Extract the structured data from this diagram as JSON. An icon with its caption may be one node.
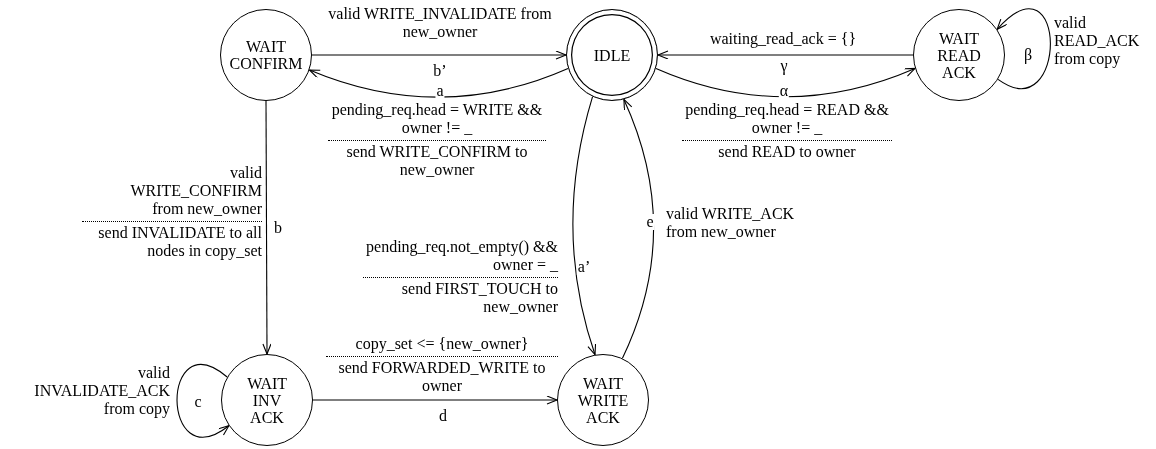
{
  "diagram": {
    "nodes": [
      {
        "text": [
          "WAIT CONFIRM"
        ]
      },
      {
        "text": [
          "IDLE"
        ]
      },
      {
        "text": [
          "WAIT READ ACK"
        ]
      },
      {
        "text": [
          "WAIT INV ACK"
        ]
      },
      {
        "text": [
          "WAIT WRITE ACK"
        ]
      }
    ],
    "edges": [
      {
        "from": 0,
        "to": 1,
        "arrow": "to",
        "label": "b’"
      },
      {
        "from": 1,
        "to": 0,
        "arrow": "to",
        "label": "a"
      },
      {
        "from": 2,
        "to": 1,
        "arrow": "to",
        "label": "γ"
      },
      {
        "from": 1,
        "to": 2,
        "arrow": "to",
        "label": "α"
      },
      {
        "from": 2,
        "to": 2,
        "arrow": "to",
        "label": "β"
      },
      {
        "from": 0,
        "to": 3,
        "arrow": "to",
        "label": "b"
      },
      {
        "from": 1,
        "to": 4,
        "arrow": "to",
        "label": "a’"
      },
      {
        "from": 4,
        "to": 1,
        "arrow": "to",
        "label": "e"
      },
      {
        "from": 3,
        "to": 3,
        "arrow": "to",
        "label": "c"
      },
      {
        "from": 3,
        "to": 4,
        "arrow": "to",
        "label": "d"
      }
    ],
    "labels": [
      "valid WRITE_INVALIDATE from new_owner",
      "waiting_read_ack = {}",
      "valid READ_ACK from copy",
      "pending_req.head = WRITE && owner != _",
      "send WRITE_CONFIRM to new_owner",
      "pending_req.head = READ && owner != _",
      "send READ to owner",
      "valid WRITE_CONFIRM from new_owner",
      "send INVALIDATE to all nodes in copy_set",
      "valid WRITE_ACK from new_owner",
      "pending_req.not_empty() && owner = _",
      "send FIRST_TOUCH to new_owner",
      "valid INVALIDATE_ACK from copy",
      "copy_set <= {new_owner}",
      "send FORWARDED_WRITE to owner"
    ]
  }
}
